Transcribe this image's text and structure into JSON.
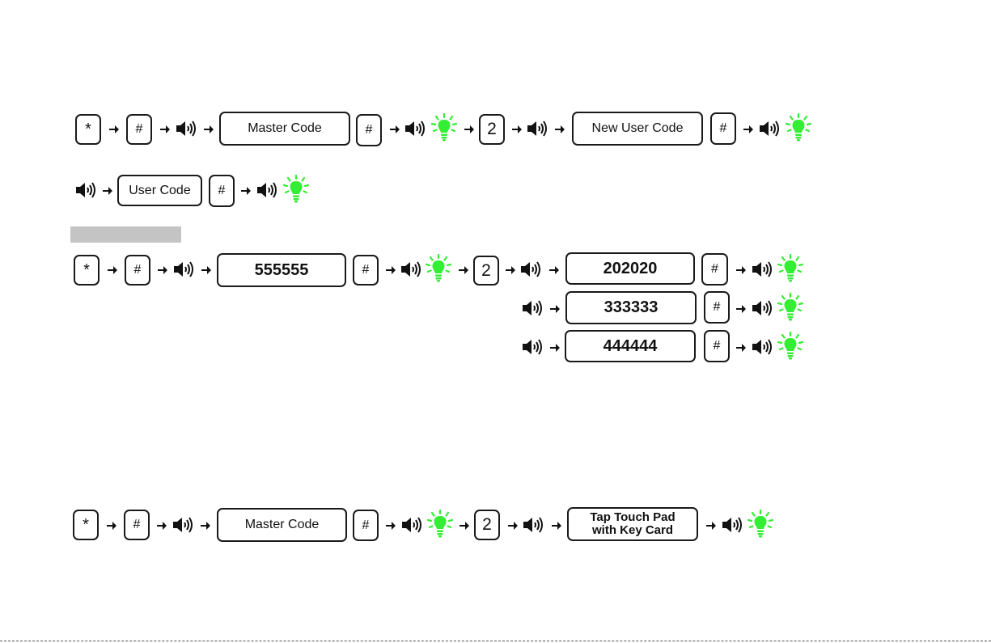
{
  "row1": {
    "star": "*",
    "hash": "#",
    "master_code": "Master Code",
    "digit": "2",
    "new_user_code": "New User Code"
  },
  "row2": {
    "user_code": "User Code",
    "hash": "#"
  },
  "example": {
    "star": "*",
    "hash": "#",
    "master_code_value": "555555",
    "digit": "2",
    "user_codes": [
      "202020",
      "333333",
      "444444"
    ]
  },
  "card": {
    "star": "*",
    "hash": "#",
    "master_code": "Master Code",
    "digit": "2",
    "tap_line1": "Tap Touch Pad",
    "tap_line2": "with Key Card"
  },
  "icons": {
    "arrow": "arrow-right-icon",
    "beep": "speaker-icon",
    "light": "green-light-icon"
  },
  "colors": {
    "light": "#33ee33",
    "border": "#1a1a1a",
    "highlight_bar": "#c4c4c4"
  }
}
